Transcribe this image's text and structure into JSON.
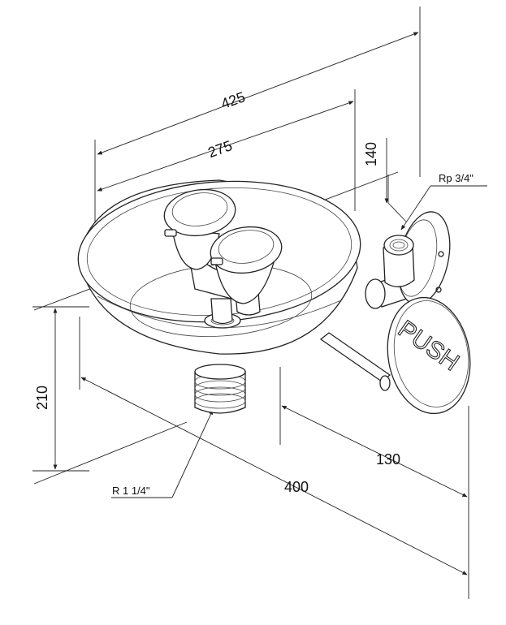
{
  "dimensions": {
    "width_overall": "425",
    "width_bowl": "275",
    "depth": "140",
    "height": "210",
    "diameter": "400",
    "projection": "130"
  },
  "callouts": {
    "outlet_thread": "R 1 1/4\"",
    "inlet_thread": "Rp 3/4\""
  },
  "paddle_label": "PUSH"
}
